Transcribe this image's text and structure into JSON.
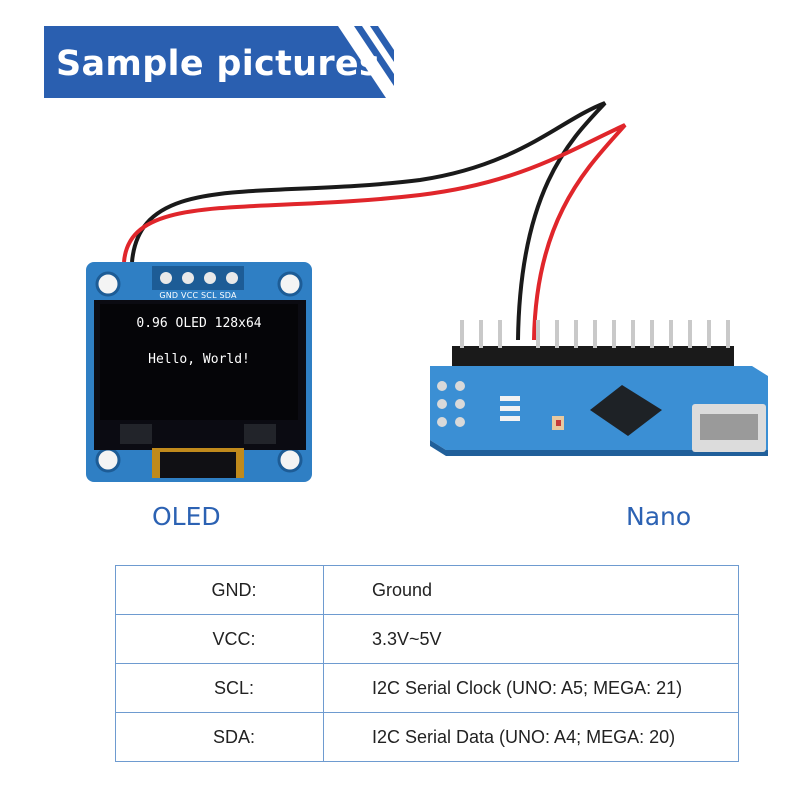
{
  "banner": {
    "title": "Sample pictures",
    "color": "#2a5fb0"
  },
  "oled": {
    "pin_header": "GND VCC SCL SDA",
    "screen_line1": "0.96 OLED 128x64",
    "screen_line2": "Hello, World!",
    "pcb_color": "#2f7fc4"
  },
  "captions": {
    "oled": "OLED",
    "nano": "Nano",
    "color": "#2c62b3"
  },
  "pin_table": {
    "rows": [
      {
        "pin": "GND:",
        "desc": "Ground"
      },
      {
        "pin": "VCC:",
        "desc": "3.3V~5V"
      },
      {
        "pin": "SCL:",
        "desc": "I2C Serial Clock (UNO: A5; MEGA: 21)"
      },
      {
        "pin": "SDA:",
        "desc": "I2C Serial Data (UNO: A4; MEGA: 20)"
      }
    ]
  },
  "wire_colors": {
    "red": "#e0262b",
    "black": "#1a1a1a"
  }
}
